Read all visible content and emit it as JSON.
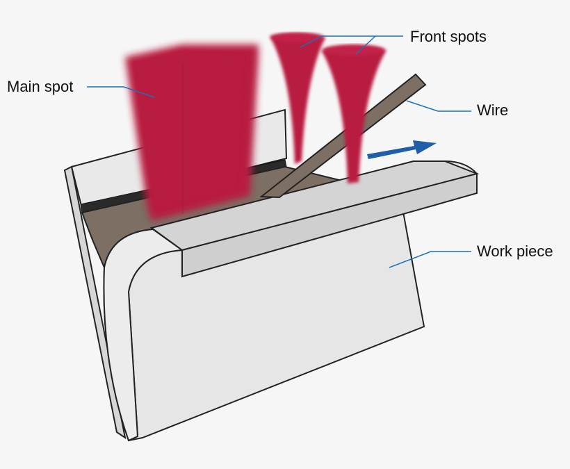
{
  "labels": {
    "main_spot": "Main spot",
    "front_spots": "Front spots",
    "wire": "Wire",
    "work_piece": "Work piece"
  },
  "colors": {
    "background": "#f6f6f6",
    "laser": "#b81c40",
    "metal_light": "#e6e6e6",
    "metal_mid": "#d2d2d2",
    "metal_outline": "#222222",
    "wire": "#7d6f63",
    "groove": "#2a2a2a",
    "leader_line": "#1b6fb8",
    "arrow": "#1f5fa8"
  },
  "icons": {
    "direction_arrow": "arrow-right-icon"
  }
}
